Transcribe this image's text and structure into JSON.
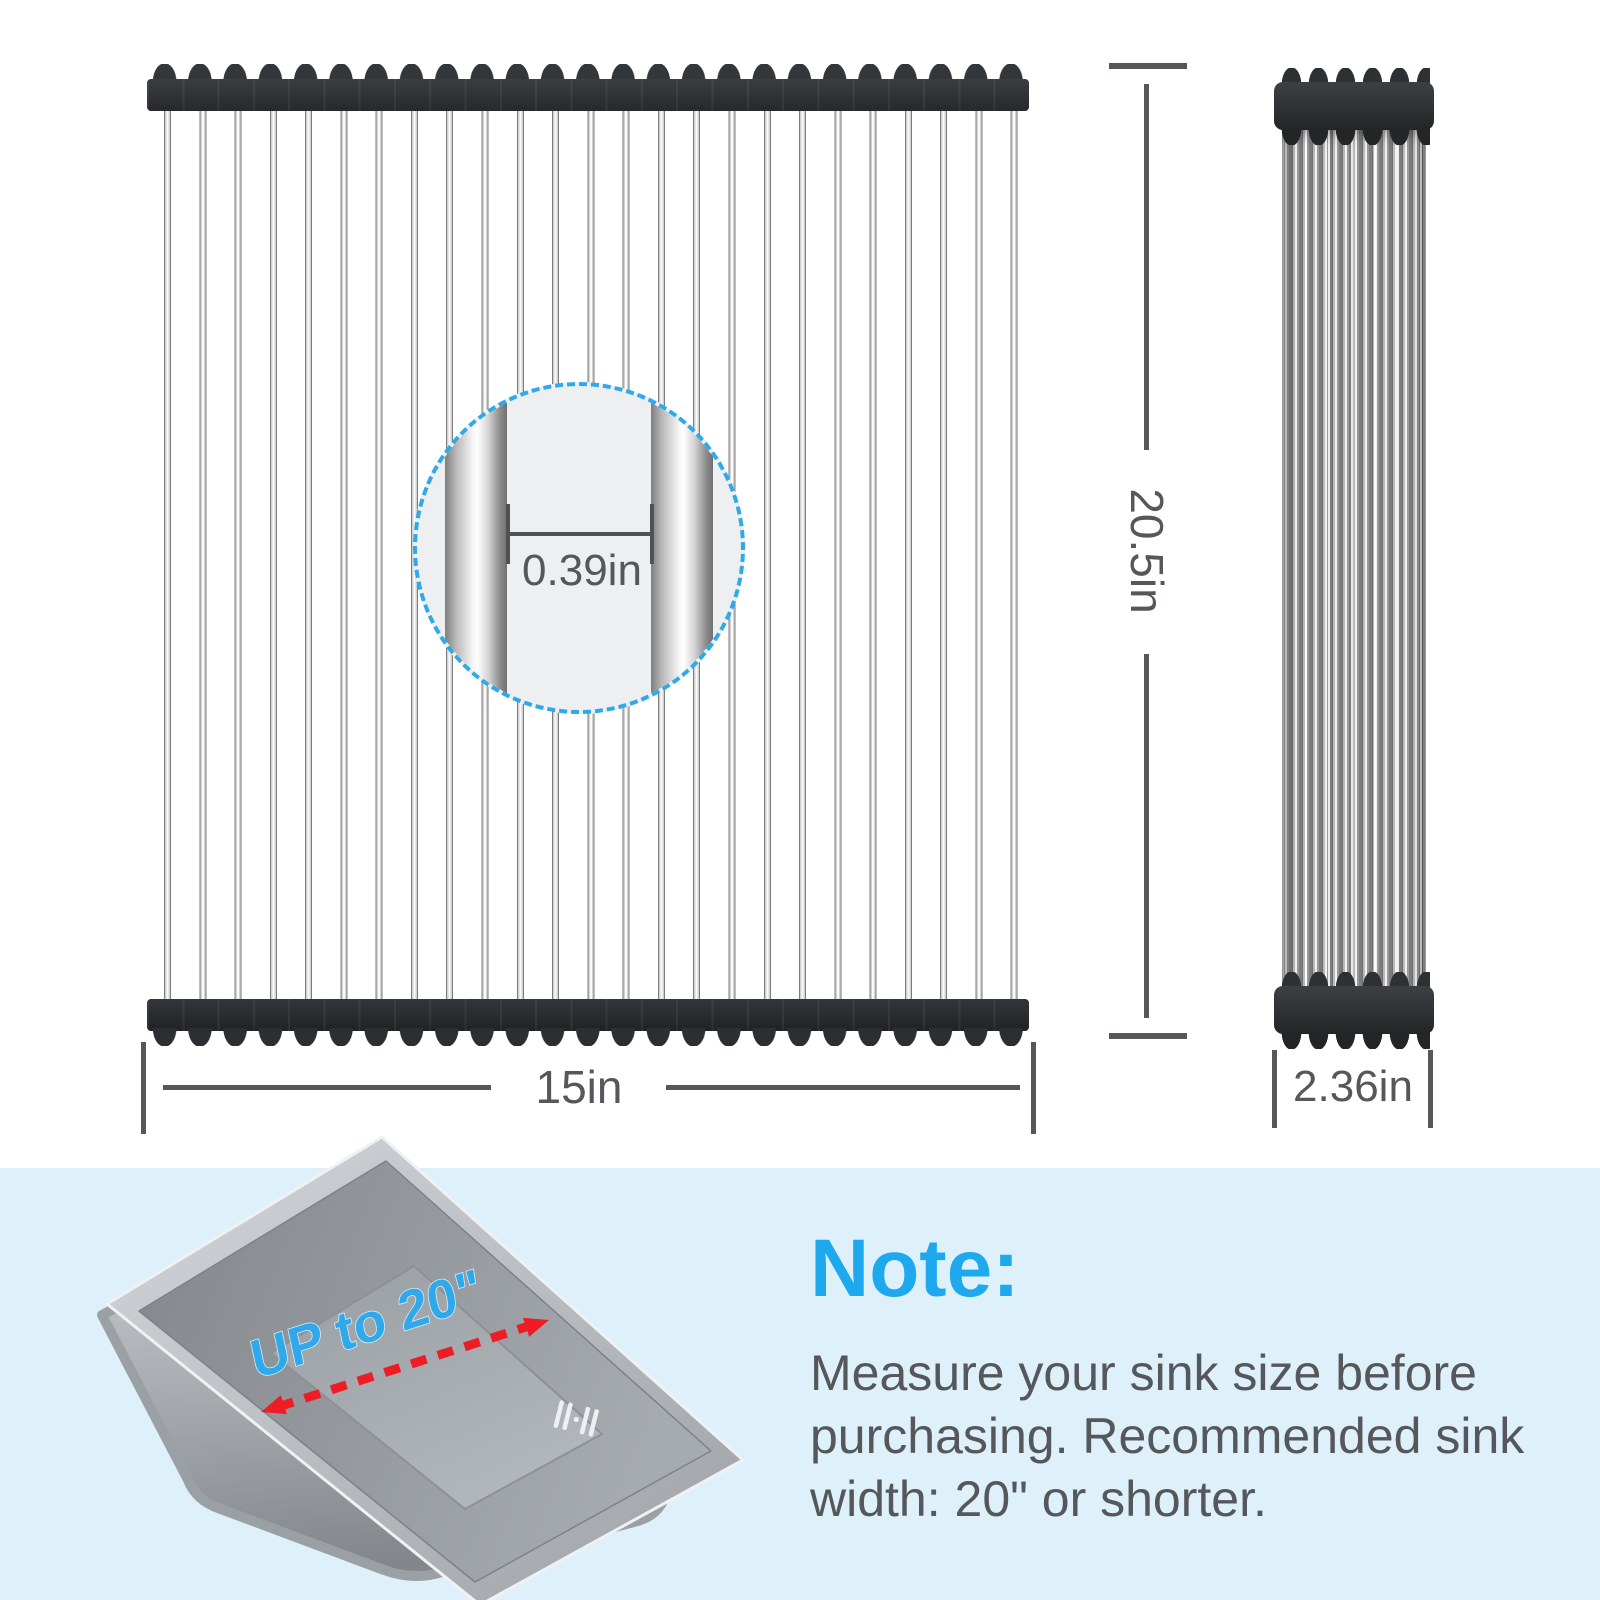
{
  "labels": {
    "width": "15in",
    "height": "20.5in",
    "rod_gap": "0.39in",
    "depth": "2.36in"
  },
  "sink": {
    "callout": "UP to 20\""
  },
  "note": {
    "title": "Note:",
    "body": "Measure your sink size before purchasing. Recommended sink width: 20\" or shorter."
  },
  "colors": {
    "accent_blue": "#2fa9e9",
    "note_blue": "#1ea9ee",
    "alert_red": "#ee1c25",
    "dim_gray": "#55575a",
    "cap_black": "#2e3134",
    "band_blue": "#def1fb"
  }
}
